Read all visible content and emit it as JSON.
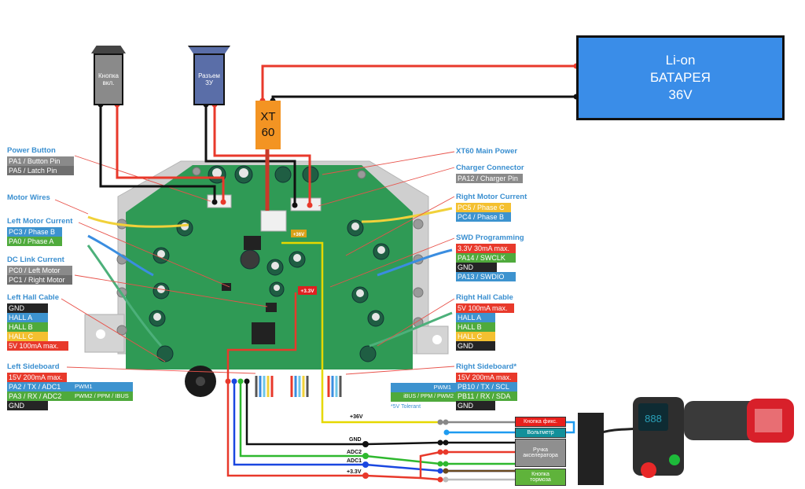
{
  "colors": {
    "battery": "#3a8de8",
    "xt60": "#f39423",
    "power_button": "#8a8a8a",
    "charger": "#5a6ea8",
    "label_title": "#3a8fd0",
    "wire_red": "#e8392b",
    "wire_black": "#111111",
    "wire_green": "#2eb82e",
    "wire_blue": "#1a47e0",
    "wire_yellow": "#e6d800",
    "pcb": "#2f9a55"
  },
  "components": {
    "battery": {
      "line1": "Li-on",
      "line2": "БАТАРЕЯ",
      "line3": "36V"
    },
    "xt60": {
      "line1": "XT",
      "line2": "60"
    },
    "power_button": {
      "line1": "Кнопка",
      "line2": "вкл."
    },
    "charger": {
      "line1": "Разъем",
      "line2": "ЗУ"
    }
  },
  "pcb_labels": {
    "v36": "+36V",
    "v33": "+3.3V"
  },
  "left_labels": {
    "power_button": {
      "title": "Power Button",
      "tags": [
        "PA1 / Button Pin",
        "PA5 / Latch Pin"
      ]
    },
    "motor_wires": {
      "title": "Motor Wires"
    },
    "left_motor_current": {
      "title": "Left Motor Current",
      "tags": [
        "PC3 / Phase B",
        "PA0 / Phase A"
      ]
    },
    "dc_link": {
      "title": "DC Link Current",
      "tags": [
        "PC0 / Left Motor",
        "PC1 / Right Motor"
      ]
    },
    "left_hall": {
      "title": "Left Hall Cable",
      "tags": [
        "GND",
        "HALL A",
        "HALL B",
        "HALL C",
        "5V 100mA max."
      ]
    },
    "left_sideboard": {
      "title": "Left Sideboard",
      "tags": [
        "15V 200mA max.",
        "PA2 / TX / ADC1",
        "PA3 / RX / ADC2",
        "GND"
      ],
      "pwm1": "PWM1",
      "pwm2": "PWM2 / PPM / IBUS"
    }
  },
  "right_labels": {
    "xt60_main": {
      "title": "XT60 Main Power"
    },
    "charger": {
      "title": "Charger Connector",
      "tags": [
        "PA12 / Charger Pin"
      ]
    },
    "right_motor_current": {
      "title": "Right Motor Current",
      "tags": [
        "PC5 / Phase C",
        "PC4 / Phase B"
      ]
    },
    "swd": {
      "title": "SWD Programming",
      "tags": [
        "3.3V 30mA max.",
        "PA14 / SWCLK",
        "GND",
        "PA13 / SWDIO"
      ]
    },
    "right_hall": {
      "title": "Right Hall Cable",
      "tags": [
        "5V 100mA max.",
        "HALL A",
        "HALL B",
        "HALL C",
        "GND"
      ]
    },
    "right_sideboard": {
      "title": "Right Sideboard*",
      "tags": [
        "15V 200mA max.",
        "PB10 / TX / SCL",
        "PB11 / RX / SDA",
        "GND"
      ],
      "pwm1": "PWM1",
      "pwm2": "iBUS / PPM / PWM2",
      "note": "*5V Tolerant"
    }
  },
  "wire_labels": {
    "v36": "+36V",
    "gnd": "GND",
    "adc2": "ADC2",
    "adc1": "ADC1",
    "v33": "+3.3V"
  },
  "throttle_connectors": [
    {
      "label": "Кнопка фикс.",
      "color": "#e8201c"
    },
    {
      "label": "Вольтметр",
      "color": "#12909a"
    },
    {
      "label": "Ручка акселератора",
      "color": "#8f8f8f"
    },
    {
      "label": "Кнопка тормоза",
      "color": "#5fb33b"
    }
  ],
  "throttle": {
    "display": "888"
  }
}
